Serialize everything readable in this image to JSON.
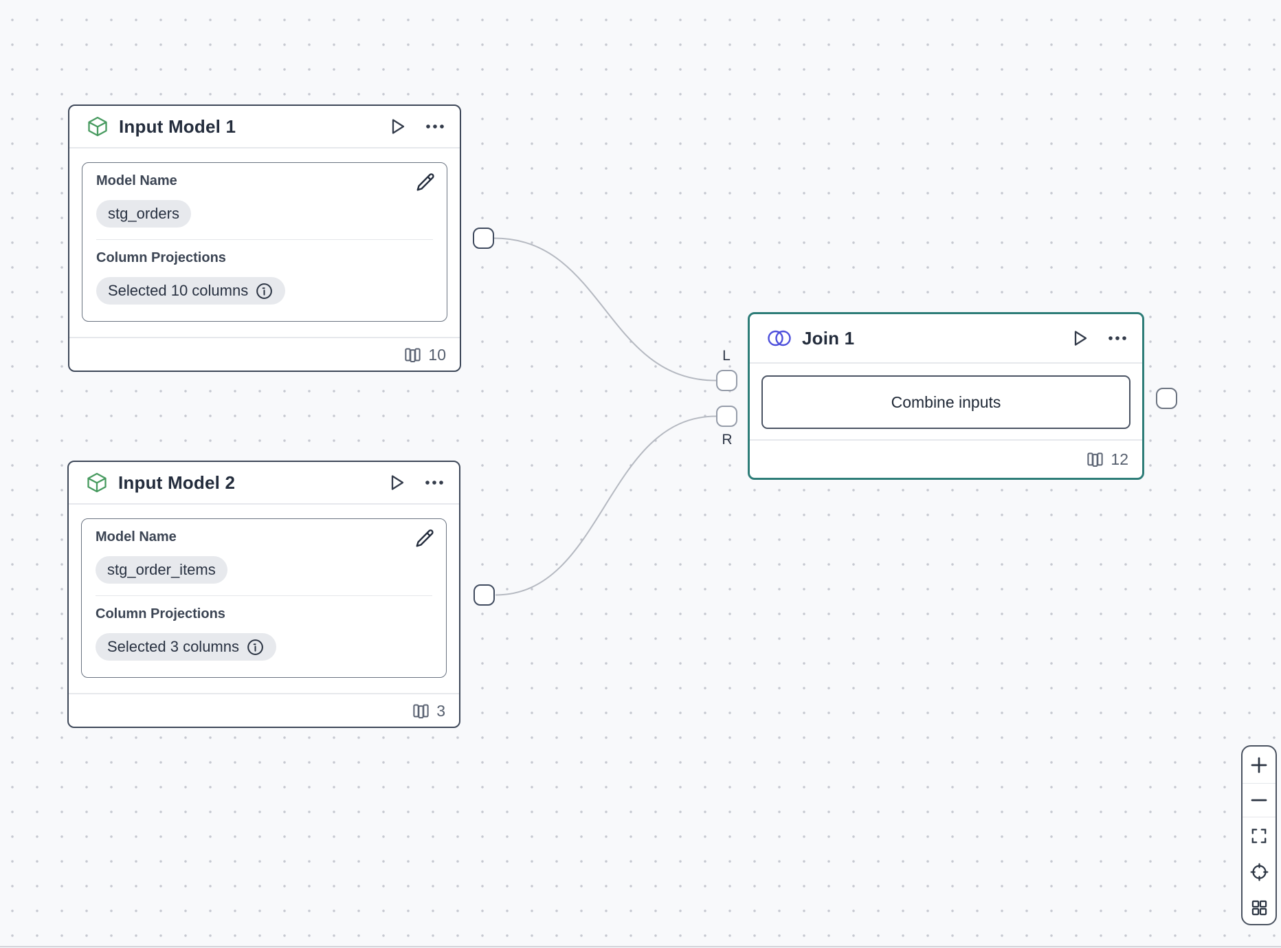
{
  "canvas": {
    "background": "#f8f9fb",
    "dot_color": "#c5c8d0"
  },
  "nodes": {
    "input1": {
      "title": "Input Model 1",
      "model_name_label": "Model Name",
      "model_name_value": "stg_orders",
      "projections_label": "Column Projections",
      "projections_value": "Selected 10 columns",
      "column_count": "10"
    },
    "input2": {
      "title": "Input Model 2",
      "model_name_label": "Model Name",
      "model_name_value": "stg_order_items",
      "projections_label": "Column Projections",
      "projections_value": "Selected 3 columns",
      "column_count": "3"
    },
    "join": {
      "title": "Join 1",
      "button_label": "Combine inputs",
      "column_count": "12",
      "left_port_label": "L",
      "right_port_label": "R"
    }
  },
  "icons": {
    "input_node": "cube-icon",
    "join_node": "venn-icon",
    "header_actions": [
      "play-icon",
      "ellipsis-icon"
    ],
    "field_card": [
      "edit-pencil-icon",
      "info-icon"
    ],
    "footer": "columns-icon",
    "zoom_panel": [
      "plus-icon",
      "minus-icon",
      "fit-view-icon",
      "locate-icon",
      "grid-icon"
    ]
  },
  "colors": {
    "input_node_border": "#3d4758",
    "join_node_border_selected": "#2e7d78",
    "accent_green": "#479a5f",
    "accent_indigo": "#4c4edb",
    "edge": "#b5b9c1",
    "chip_background": "#e7e9ed"
  }
}
